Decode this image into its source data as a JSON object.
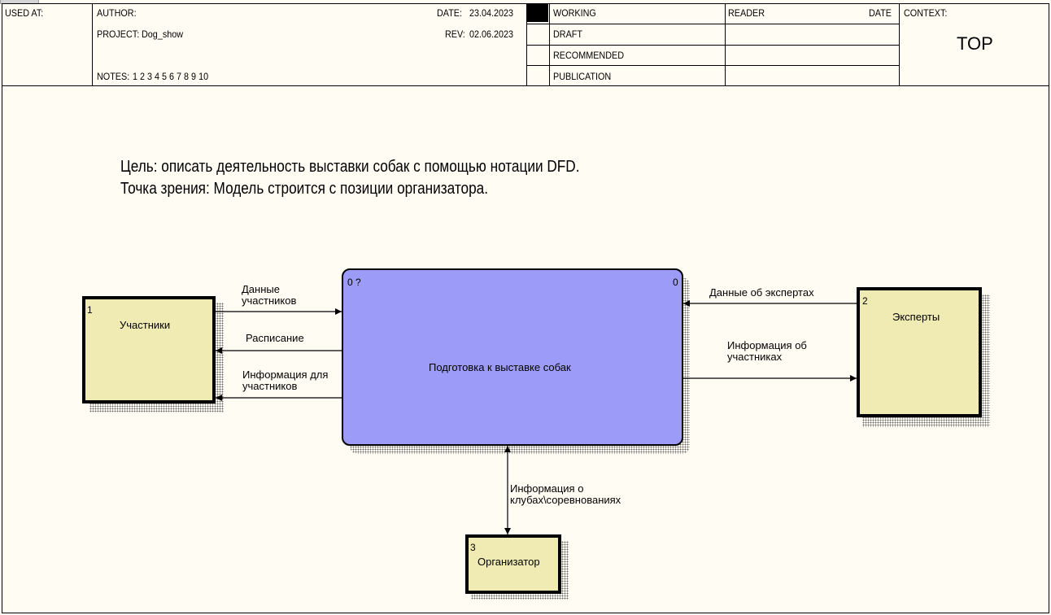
{
  "header": {
    "used_at_label": "USED AT:",
    "author_label": "AUTHOR:",
    "project_label": "PROJECT:",
    "project_value": "Dog_show",
    "notes_label": "NOTES:",
    "notes_value": "1 2 3 4 5 6 7 8 9 10",
    "date_label": "DATE:",
    "date_value": "23.04.2023",
    "rev_label": "REV:",
    "rev_value": "02.06.2023",
    "status": [
      "WORKING",
      "DRAFT",
      "RECOMMENDED",
      "PUBLICATION"
    ],
    "reader_label": "READER",
    "reader_date_label": "DATE",
    "context_label": "CONTEXT:",
    "context_value": "TOP"
  },
  "goal": {
    "line1": "Цель: описать деятельность выставки собак с помощью нотации DFD.",
    "line2": "Точка зрения: Модель строится с позиции организатора."
  },
  "diagram": {
    "process": {
      "label": "Подготовка к выставке собак",
      "corner_left": "0 ?",
      "corner_right": "0"
    },
    "entities": {
      "participants": {
        "number": "1",
        "label": "Участники"
      },
      "experts": {
        "number": "2",
        "label": "Эксперты"
      },
      "organizer": {
        "number": "3",
        "label": "Организатор"
      }
    },
    "flows": {
      "participant_data": {
        "line1": "Данные",
        "line2": "участников"
      },
      "schedule": {
        "line1": "Расписание"
      },
      "participant_info": {
        "line1": "Информация для",
        "line2": "участников"
      },
      "expert_data": {
        "line1": "Данные об экспертах"
      },
      "info_about_participants": {
        "line1": "Информация об",
        "line2": "участниках"
      },
      "club_info": {
        "line1": "Информация о",
        "line2": "клубах\\соревнованиях"
      }
    }
  }
}
